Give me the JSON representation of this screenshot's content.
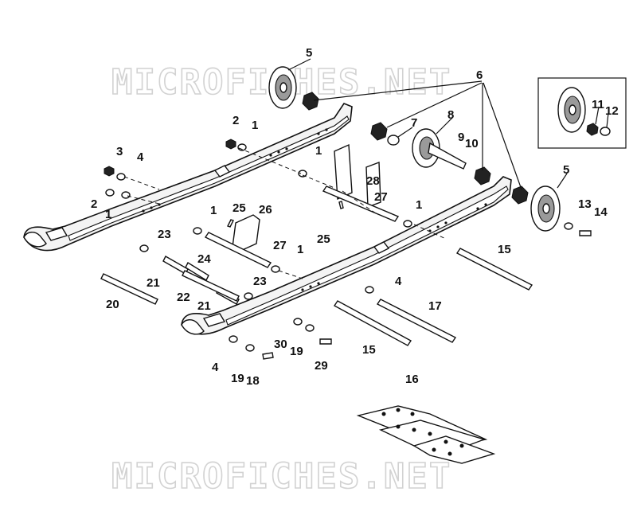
{
  "watermark": {
    "text": "MICROFICHES.NET"
  },
  "callouts": [
    "1",
    "2",
    "3",
    "4",
    "5",
    "6",
    "7",
    "8",
    "9",
    "10",
    "11",
    "12",
    "13",
    "14",
    "15",
    "16",
    "17",
    "18",
    "19",
    "20",
    "21",
    "22",
    "23",
    "24",
    "25",
    "26",
    "27",
    "28",
    "29",
    "30"
  ]
}
